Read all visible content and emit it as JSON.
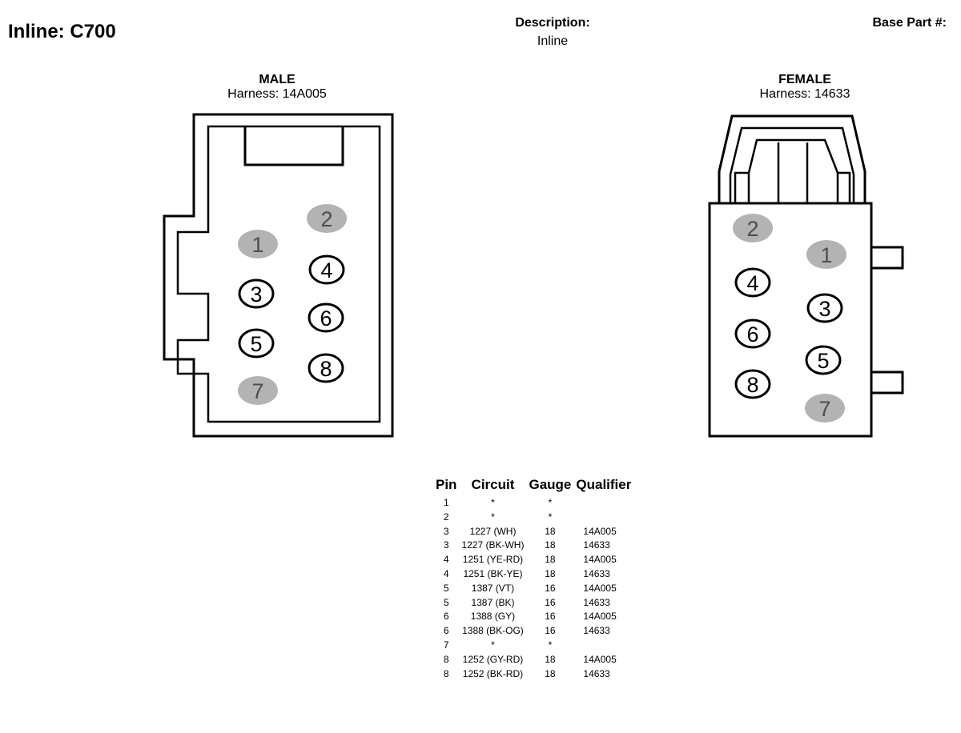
{
  "header": {
    "title": "Inline: C700",
    "description_label": "Description:",
    "description_value": "Inline",
    "base_part_label": "Base Part #:"
  },
  "male": {
    "gender": "MALE",
    "harness": "Harness: 14A005",
    "pins": [
      {
        "label": "1",
        "filled": true
      },
      {
        "label": "2",
        "filled": true
      },
      {
        "label": "3",
        "filled": false
      },
      {
        "label": "4",
        "filled": false
      },
      {
        "label": "5",
        "filled": false
      },
      {
        "label": "6",
        "filled": false
      },
      {
        "label": "7",
        "filled": true
      },
      {
        "label": "8",
        "filled": false
      }
    ]
  },
  "female": {
    "gender": "FEMALE",
    "harness": "Harness: 14633",
    "pins": [
      {
        "label": "1",
        "filled": true
      },
      {
        "label": "2",
        "filled": true
      },
      {
        "label": "3",
        "filled": false
      },
      {
        "label": "4",
        "filled": false
      },
      {
        "label": "5",
        "filled": false
      },
      {
        "label": "6",
        "filled": false
      },
      {
        "label": "7",
        "filled": true
      },
      {
        "label": "8",
        "filled": false
      }
    ]
  },
  "colors": {
    "filled_pin": "#b3b3b3",
    "stroke": "#000000"
  },
  "table": {
    "headers": [
      "Pin",
      "Circuit",
      "Gauge",
      "Qualifier"
    ],
    "rows": [
      [
        "1",
        "*",
        "*",
        ""
      ],
      [
        "2",
        "*",
        "*",
        ""
      ],
      [
        "3",
        "1227 (WH)",
        "18",
        "14A005"
      ],
      [
        "3",
        "1227 (BK-WH)",
        "18",
        "14633"
      ],
      [
        "4",
        "1251 (YE-RD)",
        "18",
        "14A005"
      ],
      [
        "4",
        "1251 (BK-YE)",
        "18",
        "14633"
      ],
      [
        "5",
        "1387 (VT)",
        "16",
        "14A005"
      ],
      [
        "5",
        "1387 (BK)",
        "16",
        "14633"
      ],
      [
        "6",
        "1388 (GY)",
        "16",
        "14A005"
      ],
      [
        "6",
        "1388 (BK-OG)",
        "16",
        "14633"
      ],
      [
        "7",
        "*",
        "*",
        ""
      ],
      [
        "8",
        "1252 (GY-RD)",
        "18",
        "14A005"
      ],
      [
        "8",
        "1252 (BK-RD)",
        "18",
        "14633"
      ]
    ]
  }
}
